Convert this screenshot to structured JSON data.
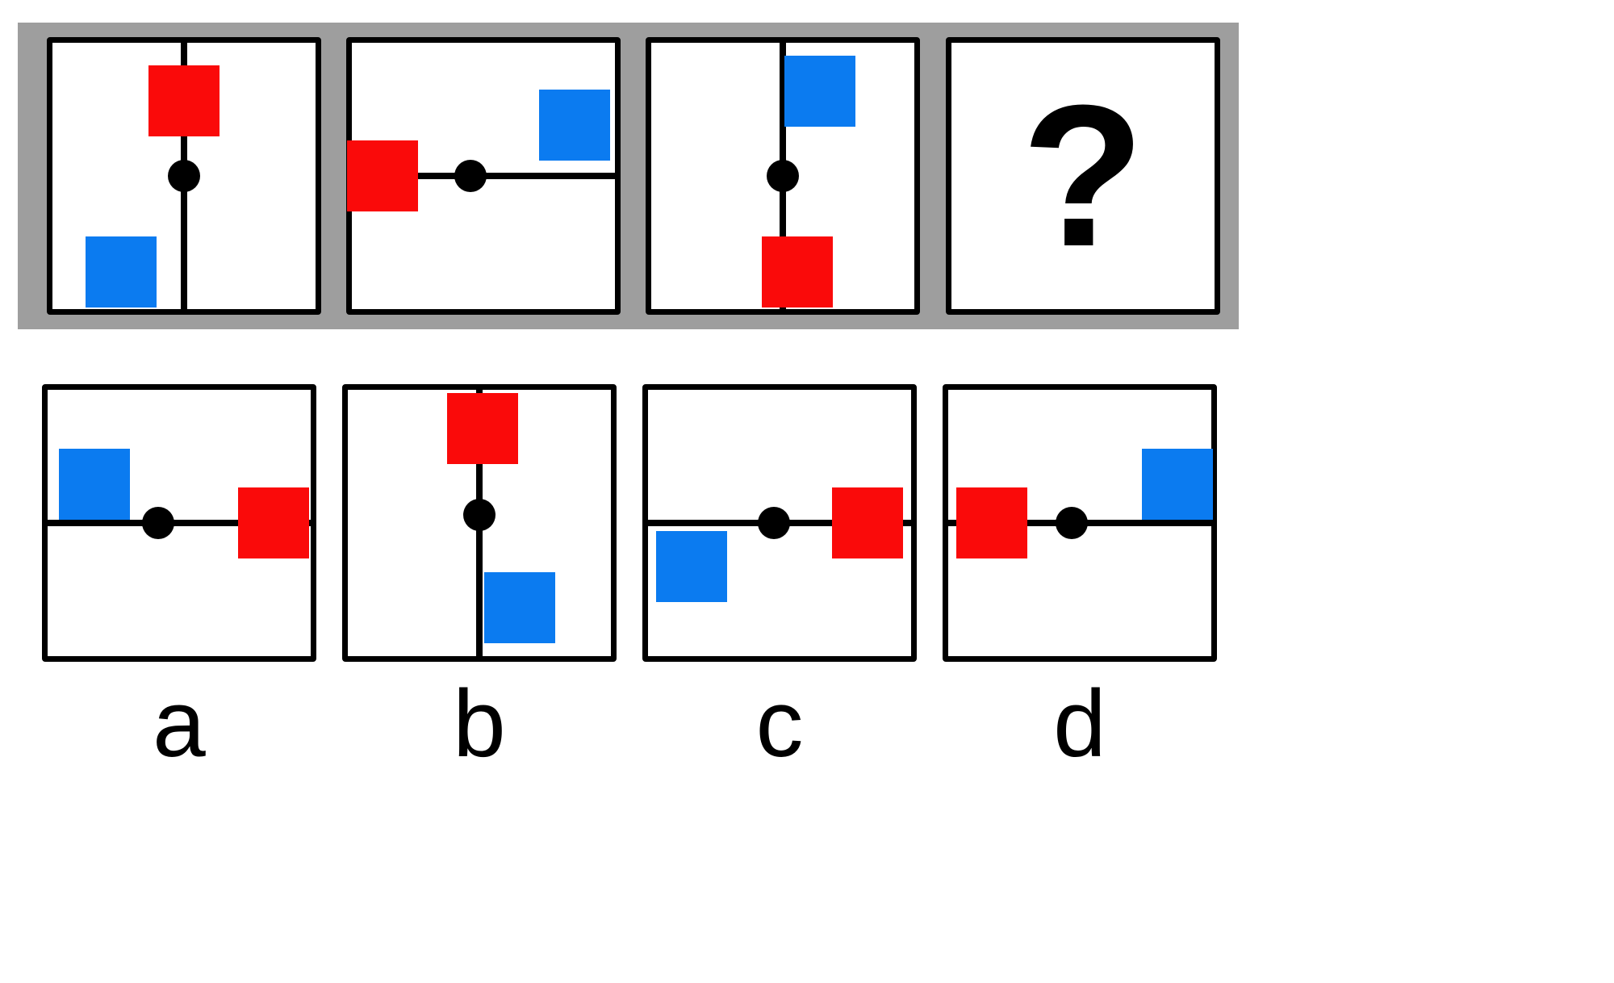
{
  "puzzle": {
    "type": "visual-analogy-multiple-choice",
    "question_mark": "?",
    "colors": {
      "banner_gray": "#9e9e9e",
      "panel_border": "#000000",
      "panel_fill": "#ffffff",
      "red_square": "#fa0a0a",
      "blue_square": "#0b7bf0",
      "pivot_dot": "#000000"
    },
    "question_row": {
      "name": "question-sequence",
      "panels": [
        {
          "id": "q1",
          "axis": "vertical",
          "axis_position_pct": 50,
          "dot": {
            "x_pct": 50,
            "y_pct": 50
          },
          "squares": [
            {
              "color": "red",
              "x_pct": 50,
              "y_pct": 27,
              "anchor": "left-of-axis-top"
            },
            {
              "color": "blue",
              "x_pct": 23,
              "y_pct": 82,
              "anchor": "left-of-axis-bottom"
            }
          ]
        },
        {
          "id": "q2",
          "axis": "horizontal",
          "axis_position_pct": 50,
          "dot": {
            "x_pct": 45,
            "y_pct": 50
          },
          "squares": [
            {
              "color": "red",
              "x_pct": 12,
              "y_pct": 50,
              "anchor": "left-of-dot"
            },
            {
              "color": "blue",
              "x_pct": 80,
              "y_pct": 26,
              "anchor": "upper-right"
            }
          ]
        },
        {
          "id": "q3",
          "axis": "vertical",
          "axis_position_pct": 50,
          "dot": {
            "x_pct": 50,
            "y_pct": 50
          },
          "squares": [
            {
              "color": "blue",
              "x_pct": 63,
              "y_pct": 22,
              "anchor": "right-of-axis-top"
            },
            {
              "color": "red",
              "x_pct": 57,
              "y_pct": 82,
              "anchor": "right-of-axis-bottom"
            }
          ]
        },
        {
          "id": "q4",
          "axis": "none",
          "content": "question-mark"
        }
      ]
    },
    "answer_row": {
      "name": "answer-options",
      "options": [
        {
          "id": "a",
          "label": "a",
          "axis": "horizontal",
          "dot": {
            "x_pct": 42,
            "y_pct": 50
          },
          "squares": [
            {
              "color": "blue",
              "x_pct": 18,
              "y_pct": 36,
              "anchor": "upper-left"
            },
            {
              "color": "red",
              "x_pct": 76,
              "y_pct": 50,
              "anchor": "right-of-dot"
            }
          ]
        },
        {
          "id": "b",
          "label": "b",
          "axis": "vertical",
          "dot": {
            "x_pct": 50,
            "y_pct": 47
          },
          "squares": [
            {
              "color": "red",
              "x_pct": 50,
              "y_pct": 15,
              "anchor": "top-on-axis"
            },
            {
              "color": "blue",
              "x_pct": 70,
              "y_pct": 83,
              "anchor": "lower-right"
            }
          ]
        },
        {
          "id": "c",
          "label": "c",
          "axis": "horizontal",
          "dot": {
            "x_pct": 48,
            "y_pct": 50
          },
          "squares": [
            {
              "color": "blue",
              "x_pct": 17,
              "y_pct": 66,
              "anchor": "lower-left"
            },
            {
              "color": "red",
              "x_pct": 74,
              "y_pct": 50,
              "anchor": "right-of-dot"
            }
          ]
        },
        {
          "id": "d",
          "label": "d",
          "axis": "horizontal",
          "dot": {
            "x_pct": 47,
            "y_pct": 50
          },
          "squares": [
            {
              "color": "red",
              "x_pct": 15,
              "y_pct": 50,
              "anchor": "left-of-dot"
            },
            {
              "color": "blue",
              "x_pct": 80,
              "y_pct": 32,
              "anchor": "upper-right"
            }
          ]
        }
      ]
    }
  }
}
